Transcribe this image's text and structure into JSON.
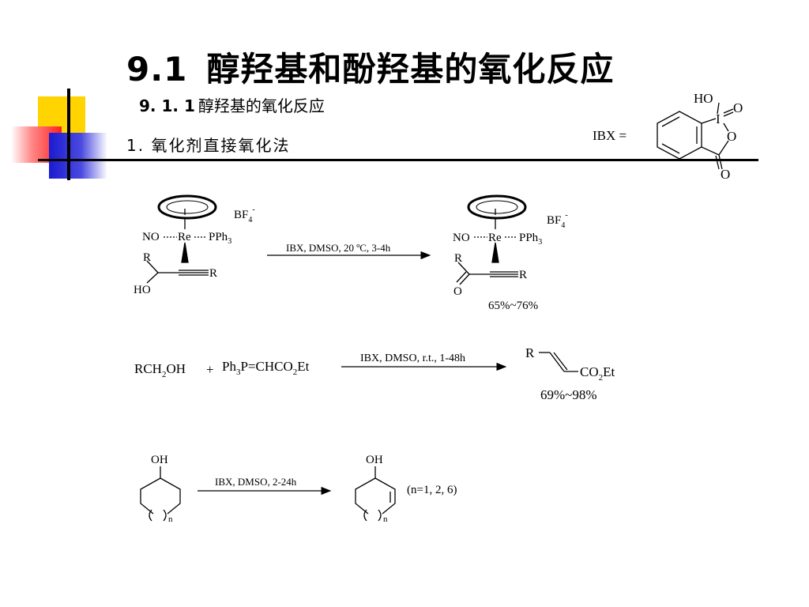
{
  "slide": {
    "title_number": "9.1",
    "title_text": "醇羟基和酚羟基的氧化反应",
    "subtitle_number": "9. 1. 1",
    "subtitle_text": "醇羟基的氧化反应",
    "point": "1. 氧化剂直接氧化法"
  },
  "ibx": {
    "label": "IBX =",
    "ho": "HO",
    "i": "I",
    "o_top": "O",
    "o_ring": "O",
    "o_carbonyl": "O"
  },
  "reaction1": {
    "counter_ion": "BF",
    "counter_sub": "4",
    "counter_sup": "-",
    "no": "NO",
    "re": "Re",
    "pph": "PPh",
    "pph_sub": "3",
    "r": "R",
    "ho": "HO",
    "o": "O",
    "conditions": "IBX, DMSO, 20 ºC, 3-4h",
    "yield": "65%~76%"
  },
  "reaction2": {
    "reactant_a": "RCH",
    "reactant_a_sub": "2",
    "reactant_a_tail": "OH",
    "plus": "+",
    "reactant_b": "Ph",
    "reactant_b_sub": "3",
    "reactant_b_mid": "P=CHCO",
    "reactant_b_sub2": "2",
    "reactant_b_tail": "Et",
    "conditions": "IBX, DMSO, r.t., 1-48h",
    "r": "R",
    "product_co": "CO",
    "product_sub": "2",
    "product_tail": "Et",
    "yield": "69%~98%"
  },
  "reaction3": {
    "oh": "OH",
    "n": "n",
    "conditions": "IBX, DMSO, 2-24h",
    "note": "(n=1, 2, 6)"
  }
}
